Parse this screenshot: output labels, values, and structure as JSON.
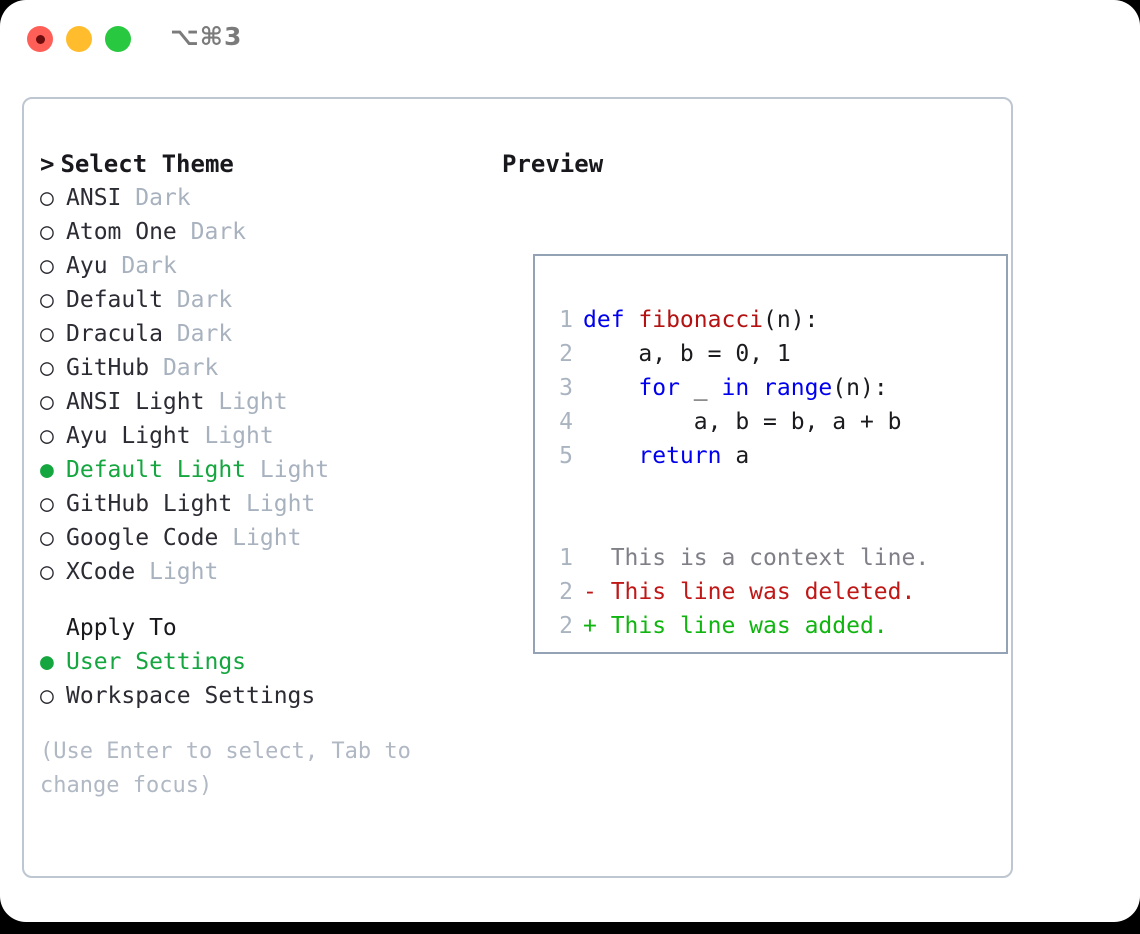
{
  "titlebar": {
    "shortcut": "⌥⌘3",
    "buttons": [
      {
        "name": "close",
        "color": "#ff5f57"
      },
      {
        "name": "minimize",
        "color": "#ffbd2e"
      },
      {
        "name": "zoom",
        "color": "#28c840"
      }
    ]
  },
  "theme_picker": {
    "caret": ">",
    "heading": "Select Theme",
    "marker_selected": "●",
    "marker_unselected": "○",
    "items": [
      {
        "label": "ANSI",
        "tag": "Dark",
        "selected": false
      },
      {
        "label": "Atom One",
        "tag": "Dark",
        "selected": false
      },
      {
        "label": "Ayu",
        "tag": "Dark",
        "selected": false
      },
      {
        "label": "Default",
        "tag": "Dark",
        "selected": false
      },
      {
        "label": "Dracula",
        "tag": "Dark",
        "selected": false
      },
      {
        "label": "GitHub",
        "tag": "Dark",
        "selected": false
      },
      {
        "label": "ANSI Light",
        "tag": "Light",
        "selected": false
      },
      {
        "label": "Ayu Light",
        "tag": "Light",
        "selected": false
      },
      {
        "label": "Default Light",
        "tag": "Light",
        "selected": true
      },
      {
        "label": "GitHub Light",
        "tag": "Light",
        "selected": false
      },
      {
        "label": "Google Code",
        "tag": "Light",
        "selected": false
      },
      {
        "label": "XCode",
        "tag": "Light",
        "selected": false
      }
    ]
  },
  "apply_to": {
    "heading": "Apply To",
    "options": [
      {
        "label": "User Settings",
        "selected": true
      },
      {
        "label": "Workspace Settings",
        "selected": false
      }
    ]
  },
  "hint": "(Use Enter to select, Tab to change focus)",
  "preview": {
    "title": "Preview",
    "code_lines": [
      {
        "num": "1",
        "tokens": [
          {
            "t": "def ",
            "c": "kw"
          },
          {
            "t": "fibonacci",
            "c": "fn"
          },
          {
            "t": "(n):",
            "c": "plain"
          }
        ]
      },
      {
        "num": "2",
        "tokens": [
          {
            "t": "    a, b = 0, 1",
            "c": "plain"
          }
        ]
      },
      {
        "num": "3",
        "tokens": [
          {
            "t": "    ",
            "c": "plain"
          },
          {
            "t": "for",
            "c": "kw"
          },
          {
            "t": " _ ",
            "c": "plain"
          },
          {
            "t": "in",
            "c": "kw"
          },
          {
            "t": " ",
            "c": "plain"
          },
          {
            "t": "range",
            "c": "kw"
          },
          {
            "t": "(n):",
            "c": "plain"
          }
        ]
      },
      {
        "num": "4",
        "tokens": [
          {
            "t": "        a, b = b, a + b",
            "c": "plain"
          }
        ]
      },
      {
        "num": "5",
        "tokens": [
          {
            "t": "    ",
            "c": "plain"
          },
          {
            "t": "return",
            "c": "kw"
          },
          {
            "t": " a",
            "c": "plain"
          }
        ]
      }
    ],
    "diff_lines": [
      {
        "num": "1",
        "sign": " ",
        "text": " This is a context line.",
        "kind": "ctx"
      },
      {
        "num": "2",
        "sign": "-",
        "text": " This line was deleted.",
        "kind": "del"
      },
      {
        "num": "2",
        "sign": "+",
        "text": " This line was added.",
        "kind": "add"
      }
    ]
  },
  "colors": {
    "accent_green": "#15a63f",
    "keyword_blue": "#0000ee",
    "function_red": "#b41212",
    "diff_add": "#10b510",
    "diff_del": "#c01717",
    "tag_grey": "#a8b2bf",
    "border": "#93a3b5"
  }
}
